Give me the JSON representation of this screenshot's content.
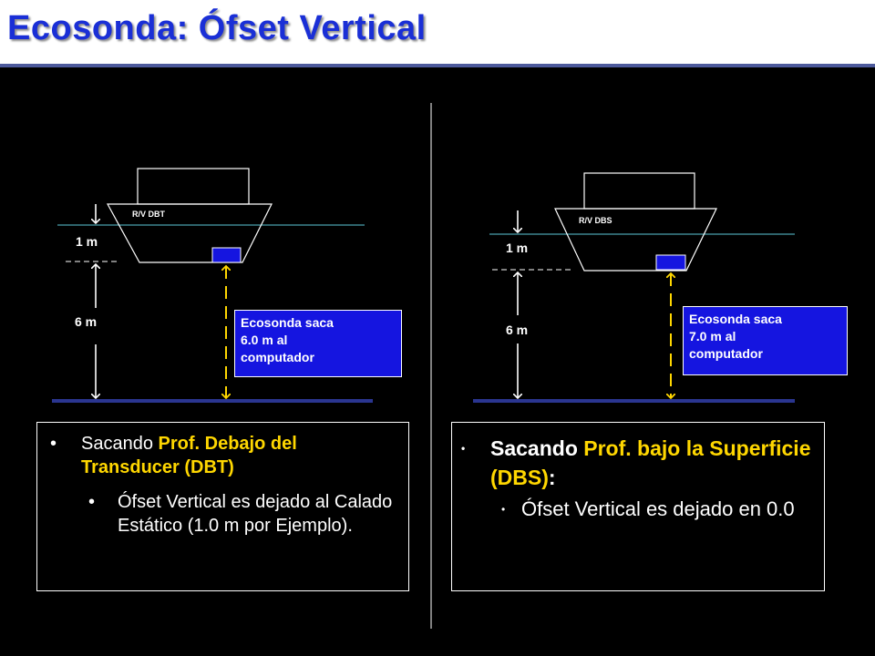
{
  "title": "Ecosonda:  Ófset Vertical",
  "left": {
    "vessel_label": "R/V DBT",
    "draft_label": "1 m",
    "depth_label": "6 m",
    "callout": [
      "Ecosonda saca",
      "6.0 m al",
      "computador"
    ],
    "bullet1": {
      "prefix": "Sacando ",
      "highlight": "Prof. Debajo del Transducer (DBT)"
    },
    "bullet2": "Ófset Vertical es dejado al Calado Estático (1.0 m por Ejemplo)."
  },
  "right": {
    "vessel_label": "R/V DBS",
    "draft_label": "1 m",
    "depth_label": "6 m",
    "callout": [
      "Ecosonda saca",
      "7.0 m al",
      "computador"
    ],
    "bullet1": {
      "prefix": "Sacando ",
      "highlight": "Prof. bajo la Superficie (DBS)",
      "suffix": ":"
    },
    "bullet2": "Ófset Vertical es dejado en 0.0"
  },
  "colors": {
    "title": "#1a2fd6",
    "waterline": "#5bc8d8",
    "seafloor": "#2a3590",
    "transducer": "#1515e0",
    "beam": "#ffd700",
    "highlight": "#ffd700"
  }
}
